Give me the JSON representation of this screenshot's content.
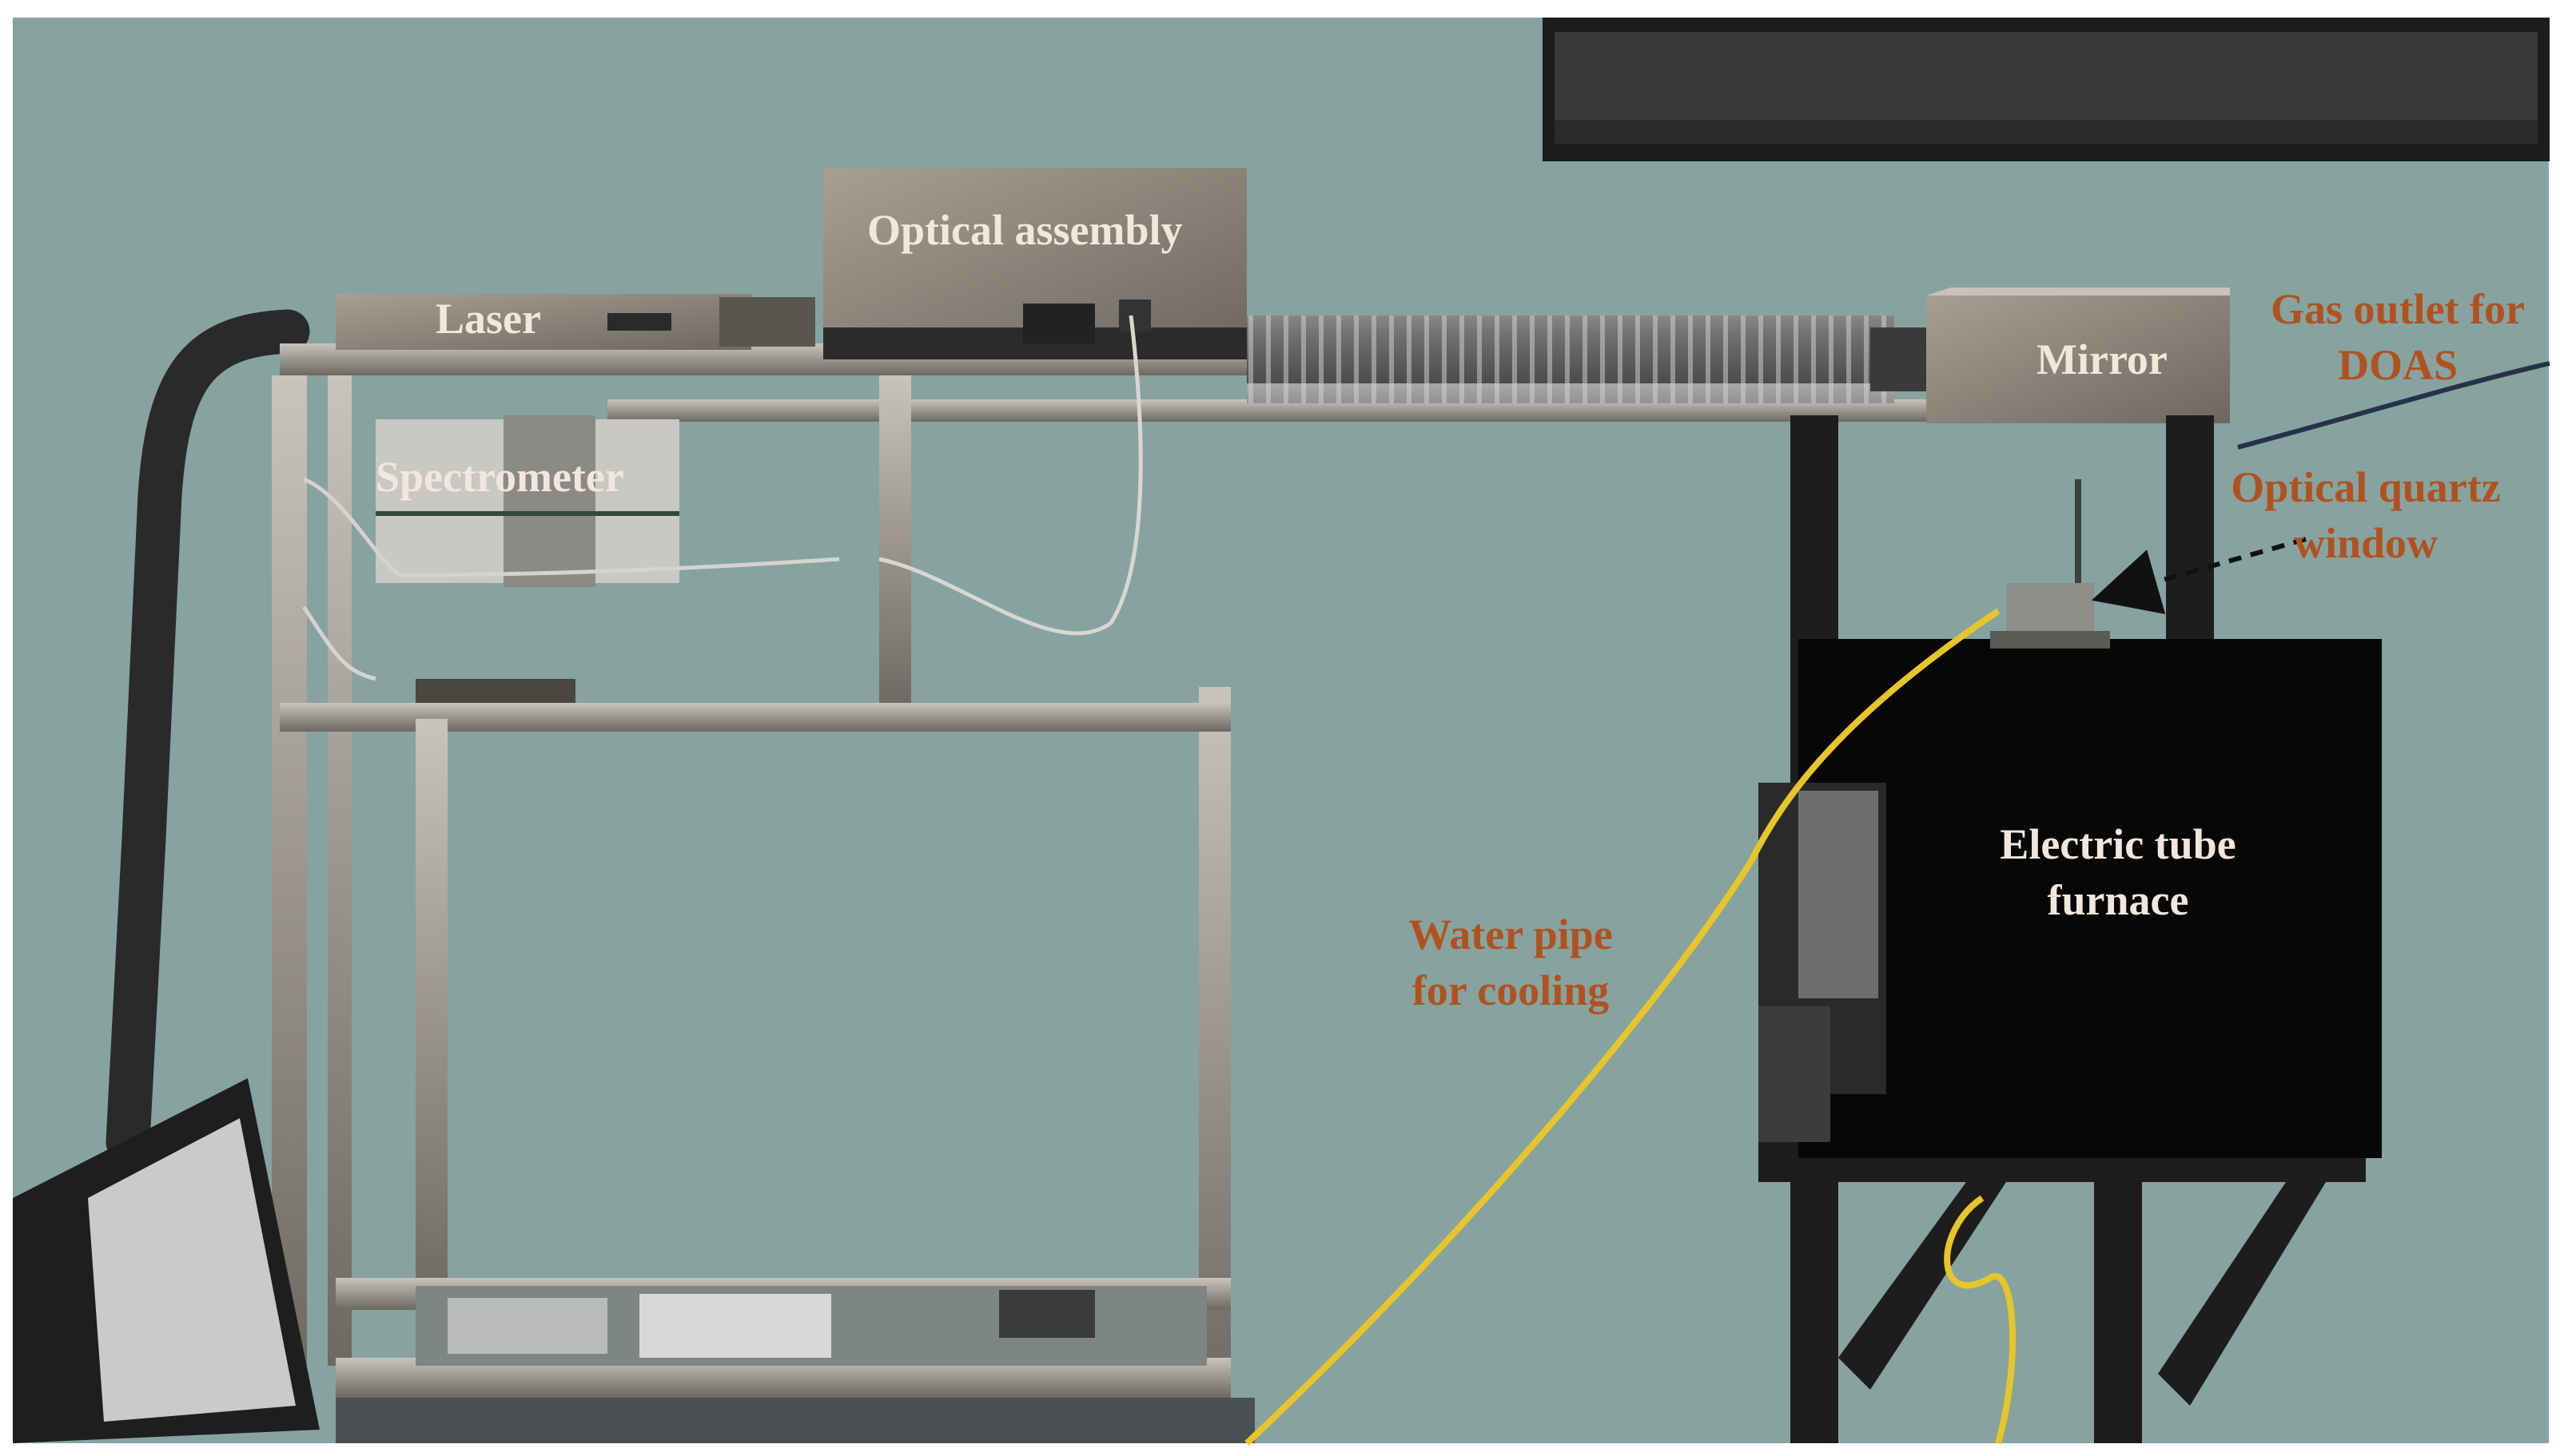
{
  "colors": {
    "backdrop": "#86a3a0",
    "label_light": "#f3e7dd",
    "label_brown": "#b0521f",
    "water_pipe": "#e8c52a"
  },
  "labels": {
    "optical_assembly": "Optical assembly",
    "laser": "Laser",
    "spectrometer": "Spectrometer",
    "mirror": "Mirror",
    "gas_outlet_line1": "Gas outlet for",
    "gas_outlet_line2": "DOAS",
    "optical_window_line1": "Optical quartz",
    "optical_window_line2": "window",
    "water_pipe_line1": "Water pipe",
    "water_pipe_line2": "for cooling",
    "furnace_line1": "Electric tube",
    "furnace_line2": "furnace"
  }
}
